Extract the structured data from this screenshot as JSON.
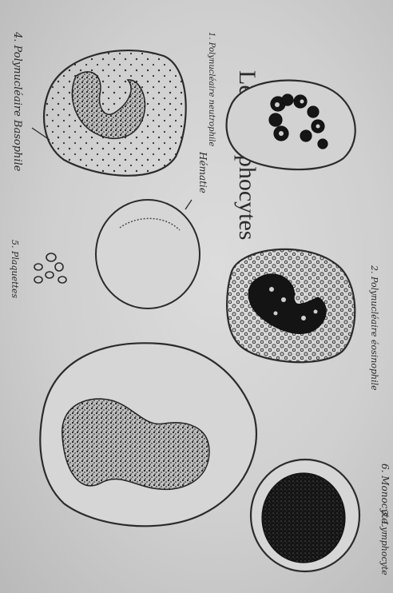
{
  "title": "Les Lymphocytes",
  "labels": {
    "neutrophil": "1. Polynucléaire neutrophile",
    "eosinophil": "2. Polynucléaire éosinophile",
    "lymphocyte": "3. Lymphocyte",
    "basophil": "4. Polynucléaire Basophile",
    "platelets": "5. Plaquettes",
    "monocyte": "6. Monocyte",
    "red_cell": "Hématie"
  },
  "colors": {
    "paper": "#d4d4d4",
    "ink": "#2b2b2b",
    "nucleus": "#1a1a1a"
  }
}
